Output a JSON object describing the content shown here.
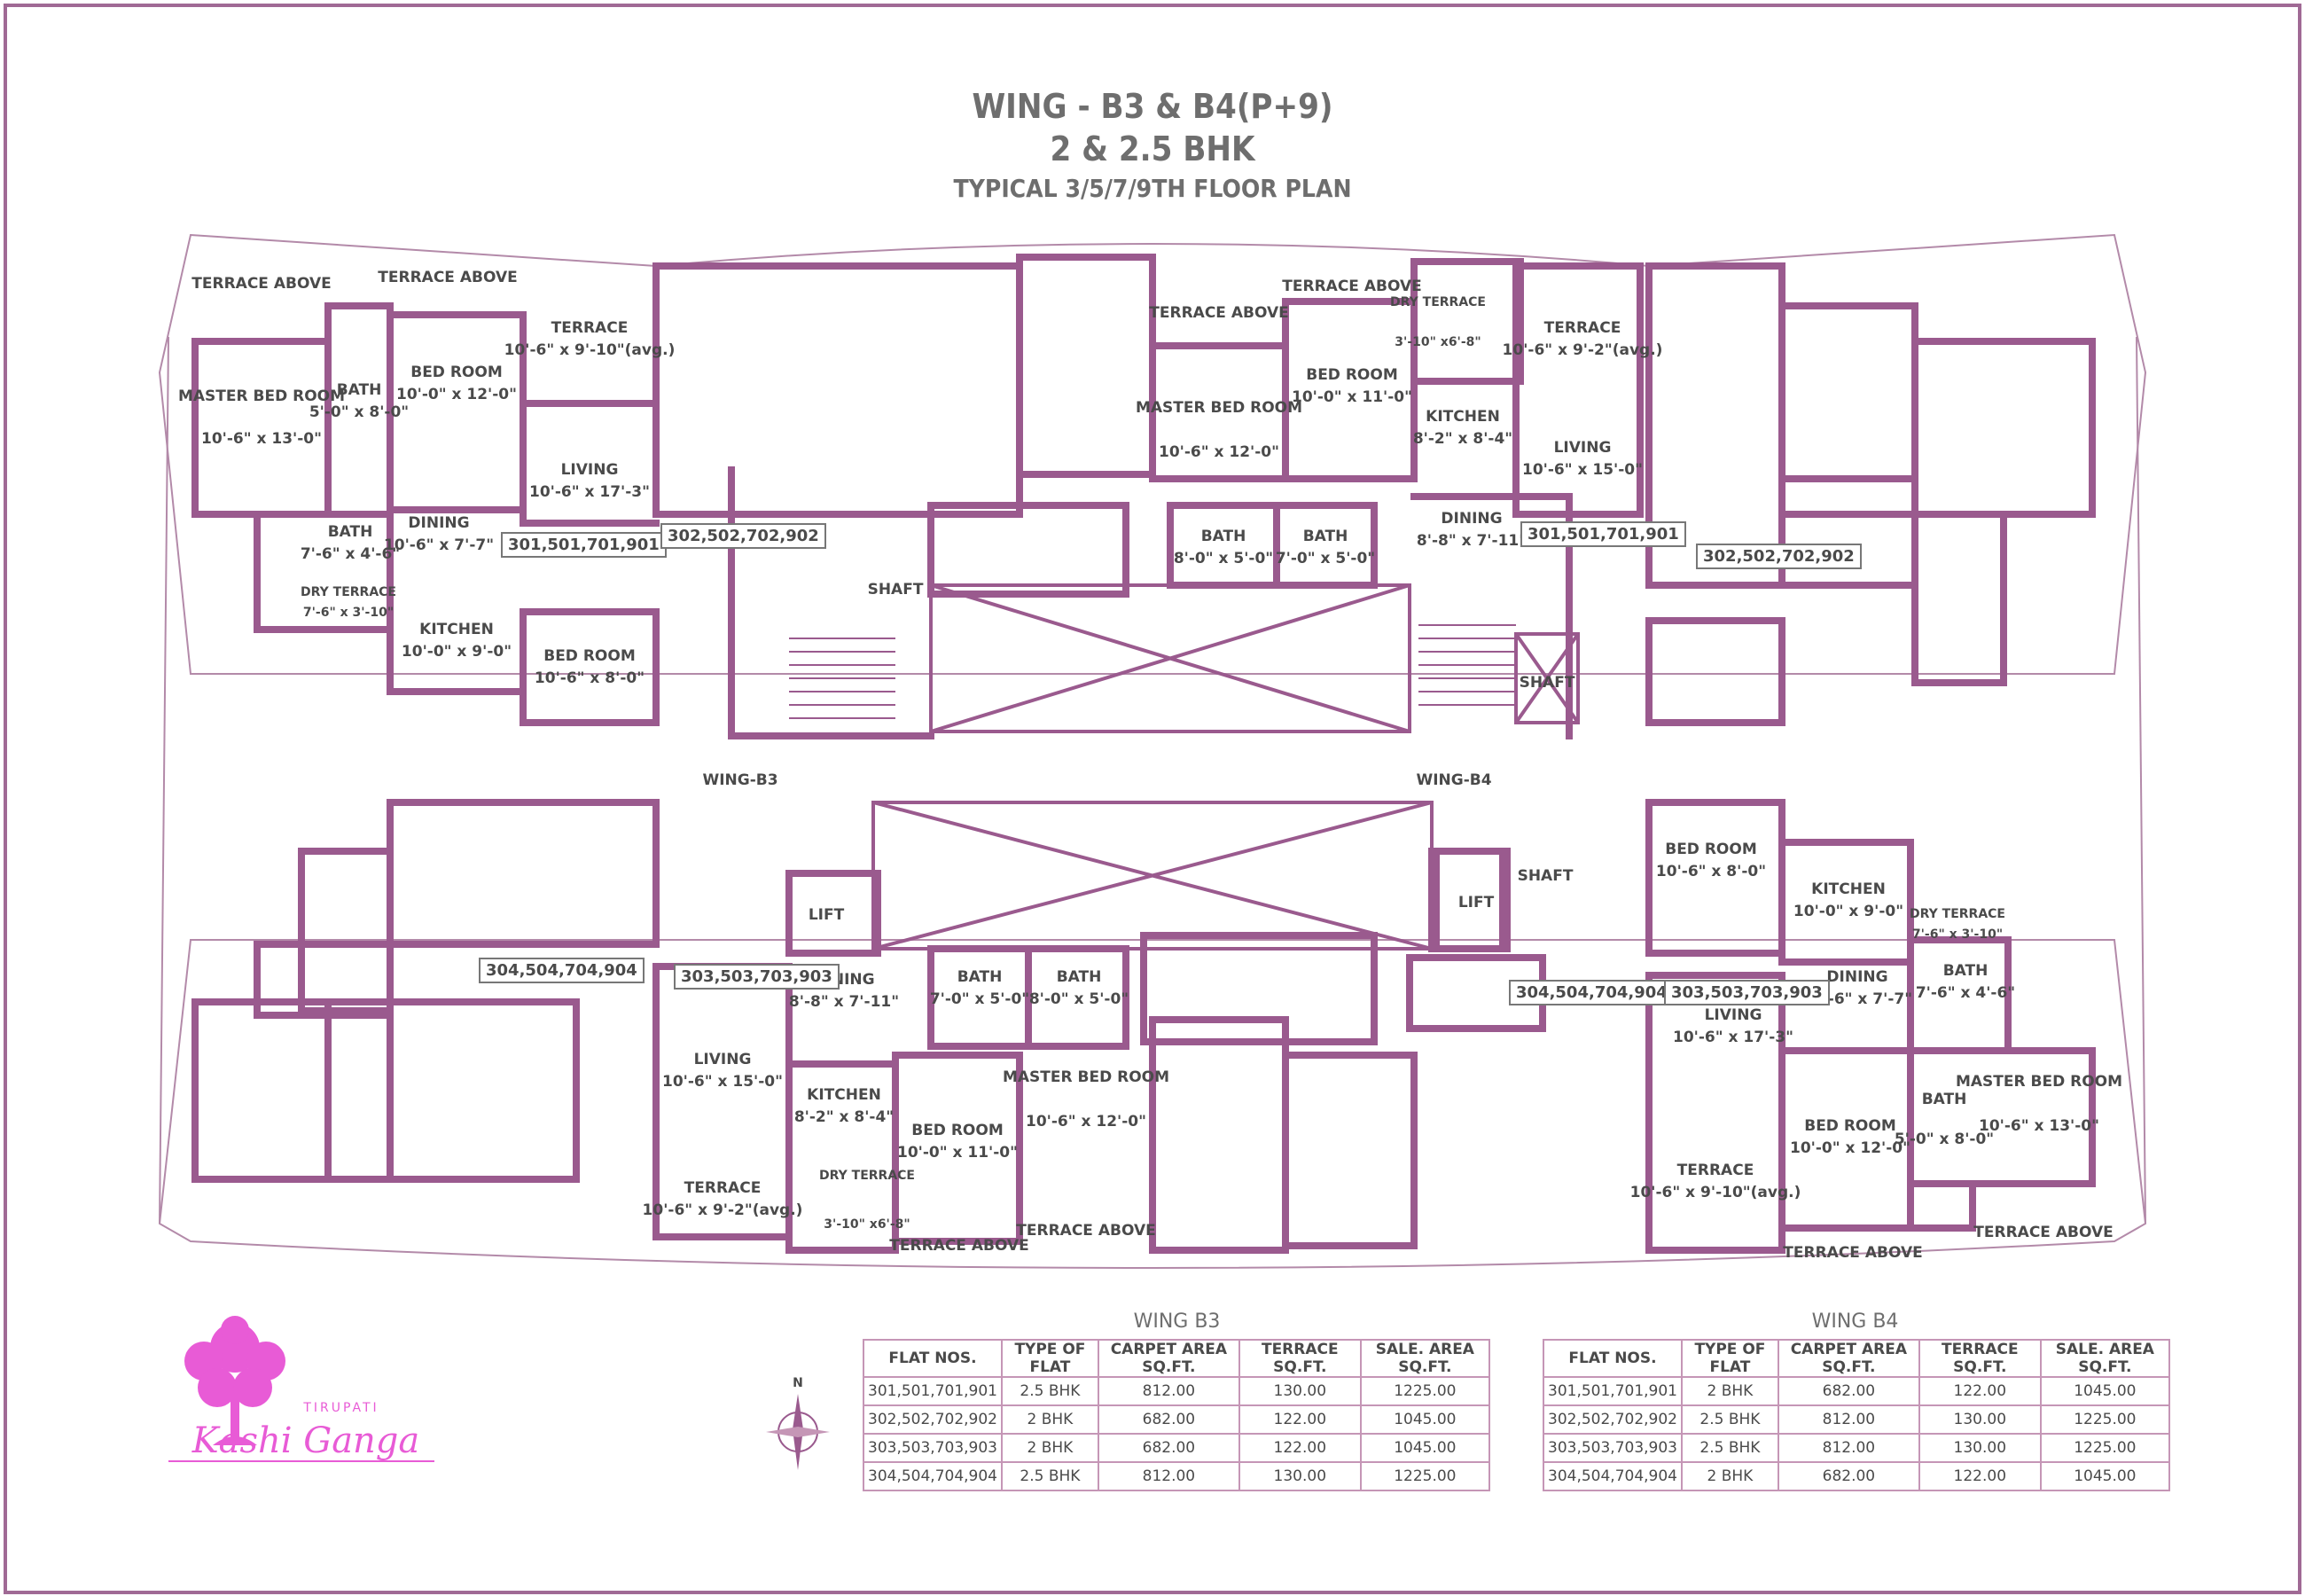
{
  "header": {
    "title": "WING - B3 & B4(P+9)",
    "subtitle": "2 & 2.5 BHK",
    "caption": "TYPICAL 3/5/7/9TH FLOOR PLAN"
  },
  "flat_badges": {
    "b3_top_left": "301,501,701,901",
    "b3_top_right": "302,502,702,902",
    "b4_top_left": "301,501,701,901",
    "b4_top_right": "302,502,702,902",
    "b3_bottom_left": "304,504,704,904",
    "b3_bottom_right": "303,503,703,903",
    "b4_bottom_left": "304,504,704,904",
    "b4_bottom_right": "303,503,703,903"
  },
  "wings": {
    "b3": "WING-B3",
    "b4": "WING-B4"
  },
  "rooms": {
    "terrace_above": "TERRACE ABOVE",
    "master_bed": "MASTER BED ROOM",
    "master_bed_dim": "10'-6\" x 13'-0\"",
    "master_bed_b": "MASTER BED ROOM",
    "master_bed_b_dim": "10'-6\" x 12'-0\"",
    "bath": "BATH",
    "bath_dim_a": "5'-0\" x 8'-0\"",
    "bath_dim_b": "7'-6\" x 4'-6\"",
    "bath_dim_c": "8'-0\" x 5'-0\"",
    "bath_dim_d": "7'-0\" x 5'-0\"",
    "bed_room": "BED ROOM",
    "bed_dim_a": "10'-0\" x 12'-0\"",
    "bed_dim_b": "10'-6\" x 8'-0\"",
    "bed_dim_c": "10'-0\" x 11'-0\"",
    "terrace": "TERRACE",
    "terrace_dim_a": "10'-6\" x 9'-10\"(avg.)",
    "terrace_dim_b": "10'-6\" x 9'-2\"(avg.)",
    "living": "LIVING",
    "living_dim_a": "10'-6\" x 17'-3\"",
    "living_dim_b": "10'-6\" x 15'-0\"",
    "dining": "DINING",
    "dining_dim_a": "10'-6\" x 7'-7\"",
    "dining_dim_b": "8'-8\" x 7'-11\"",
    "kitchen": "KITCHEN",
    "kitchen_dim_a": "10'-0\" x 9'-0\"",
    "kitchen_dim_b": "8'-2\" x 8'-4\"",
    "dry_terrace": "DRY TERRACE",
    "dry_terrace_dim_a": "7'-6\" x 3'-10\"",
    "dry_terrace_dim_b": "3'-10\" x6'-8\"",
    "shaft": "SHAFT",
    "lift": "LIFT"
  },
  "tables": {
    "columns": [
      "FLAT NOS.",
      "TYPE OF FLAT",
      "CARPET AREA SQ.FT.",
      "TERRACE SQ.FT.",
      "SALE. AREA SQ.FT."
    ],
    "b3": {
      "caption": "WING B3",
      "rows": [
        [
          "301,501,701,901",
          "2.5 BHK",
          "812.00",
          "130.00",
          "1225.00"
        ],
        [
          "302,502,702,902",
          "2 BHK",
          "682.00",
          "122.00",
          "1045.00"
        ],
        [
          "303,503,703,903",
          "2 BHK",
          "682.00",
          "122.00",
          "1045.00"
        ],
        [
          "304,504,704,904",
          "2.5 BHK",
          "812.00",
          "130.00",
          "1225.00"
        ]
      ]
    },
    "b4": {
      "caption": "WING B4",
      "rows": [
        [
          "301,501,701,901",
          "2 BHK",
          "682.00",
          "122.00",
          "1045.00"
        ],
        [
          "302,502,702,902",
          "2.5 BHK",
          "812.00",
          "130.00",
          "1225.00"
        ],
        [
          "303,503,703,903",
          "2.5 BHK",
          "812.00",
          "130.00",
          "1225.00"
        ],
        [
          "304,504,704,904",
          "2 BHK",
          "682.00",
          "122.00",
          "1045.00"
        ]
      ]
    }
  },
  "logo": {
    "small": "TIRUPATI",
    "name": "Kashi Ganga"
  },
  "compass": {
    "north": "N"
  },
  "colors": {
    "wall": "#9a5a8e",
    "frame": "#a06a95",
    "text": "#4a4a4a",
    "logo": "#e85bd6"
  }
}
